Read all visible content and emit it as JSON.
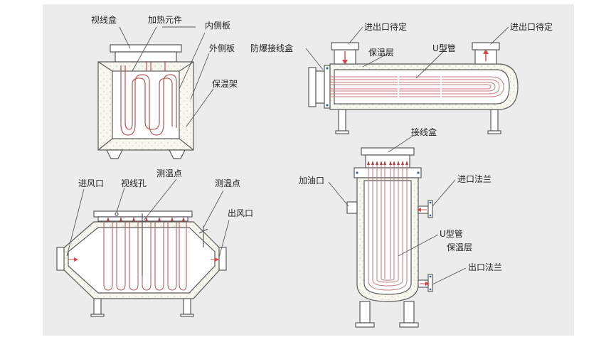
{
  "colors": {
    "panel": "#ececec",
    "line": "#5a5a5a",
    "insulation": "#f6f6ef",
    "tube": "#c98080",
    "tube_hot": "#b34040",
    "arrow": "#d24a4a"
  },
  "labels": {
    "box_heater": {
      "junction_box_window": "视线盒",
      "heating_element": "加热元件",
      "inner_plate": "内侧板",
      "outer_plate": "外侧板",
      "insulation_frame": "保温架"
    },
    "horizontal_heater": {
      "explosion_proof_box": "防爆接线盒",
      "inlet_outlet_left": "进出口待定",
      "inlet_outlet_right": "进出口待定",
      "insulation_layer": "保温层",
      "u_tube": "U型管"
    },
    "duct_heater": {
      "air_inlet": "进风口",
      "view_hole": "视线孔",
      "temp_point_1": "测温点",
      "temp_point_2": "测温点",
      "air_outlet": "出风口"
    },
    "vertical_heater": {
      "junction_box": "接线盒",
      "oil_inlet": "加油口",
      "inlet_flange": "进口法兰",
      "u_tube": "U型管",
      "insulation_layer": "保温层",
      "outlet_flange": "出口法兰"
    }
  }
}
